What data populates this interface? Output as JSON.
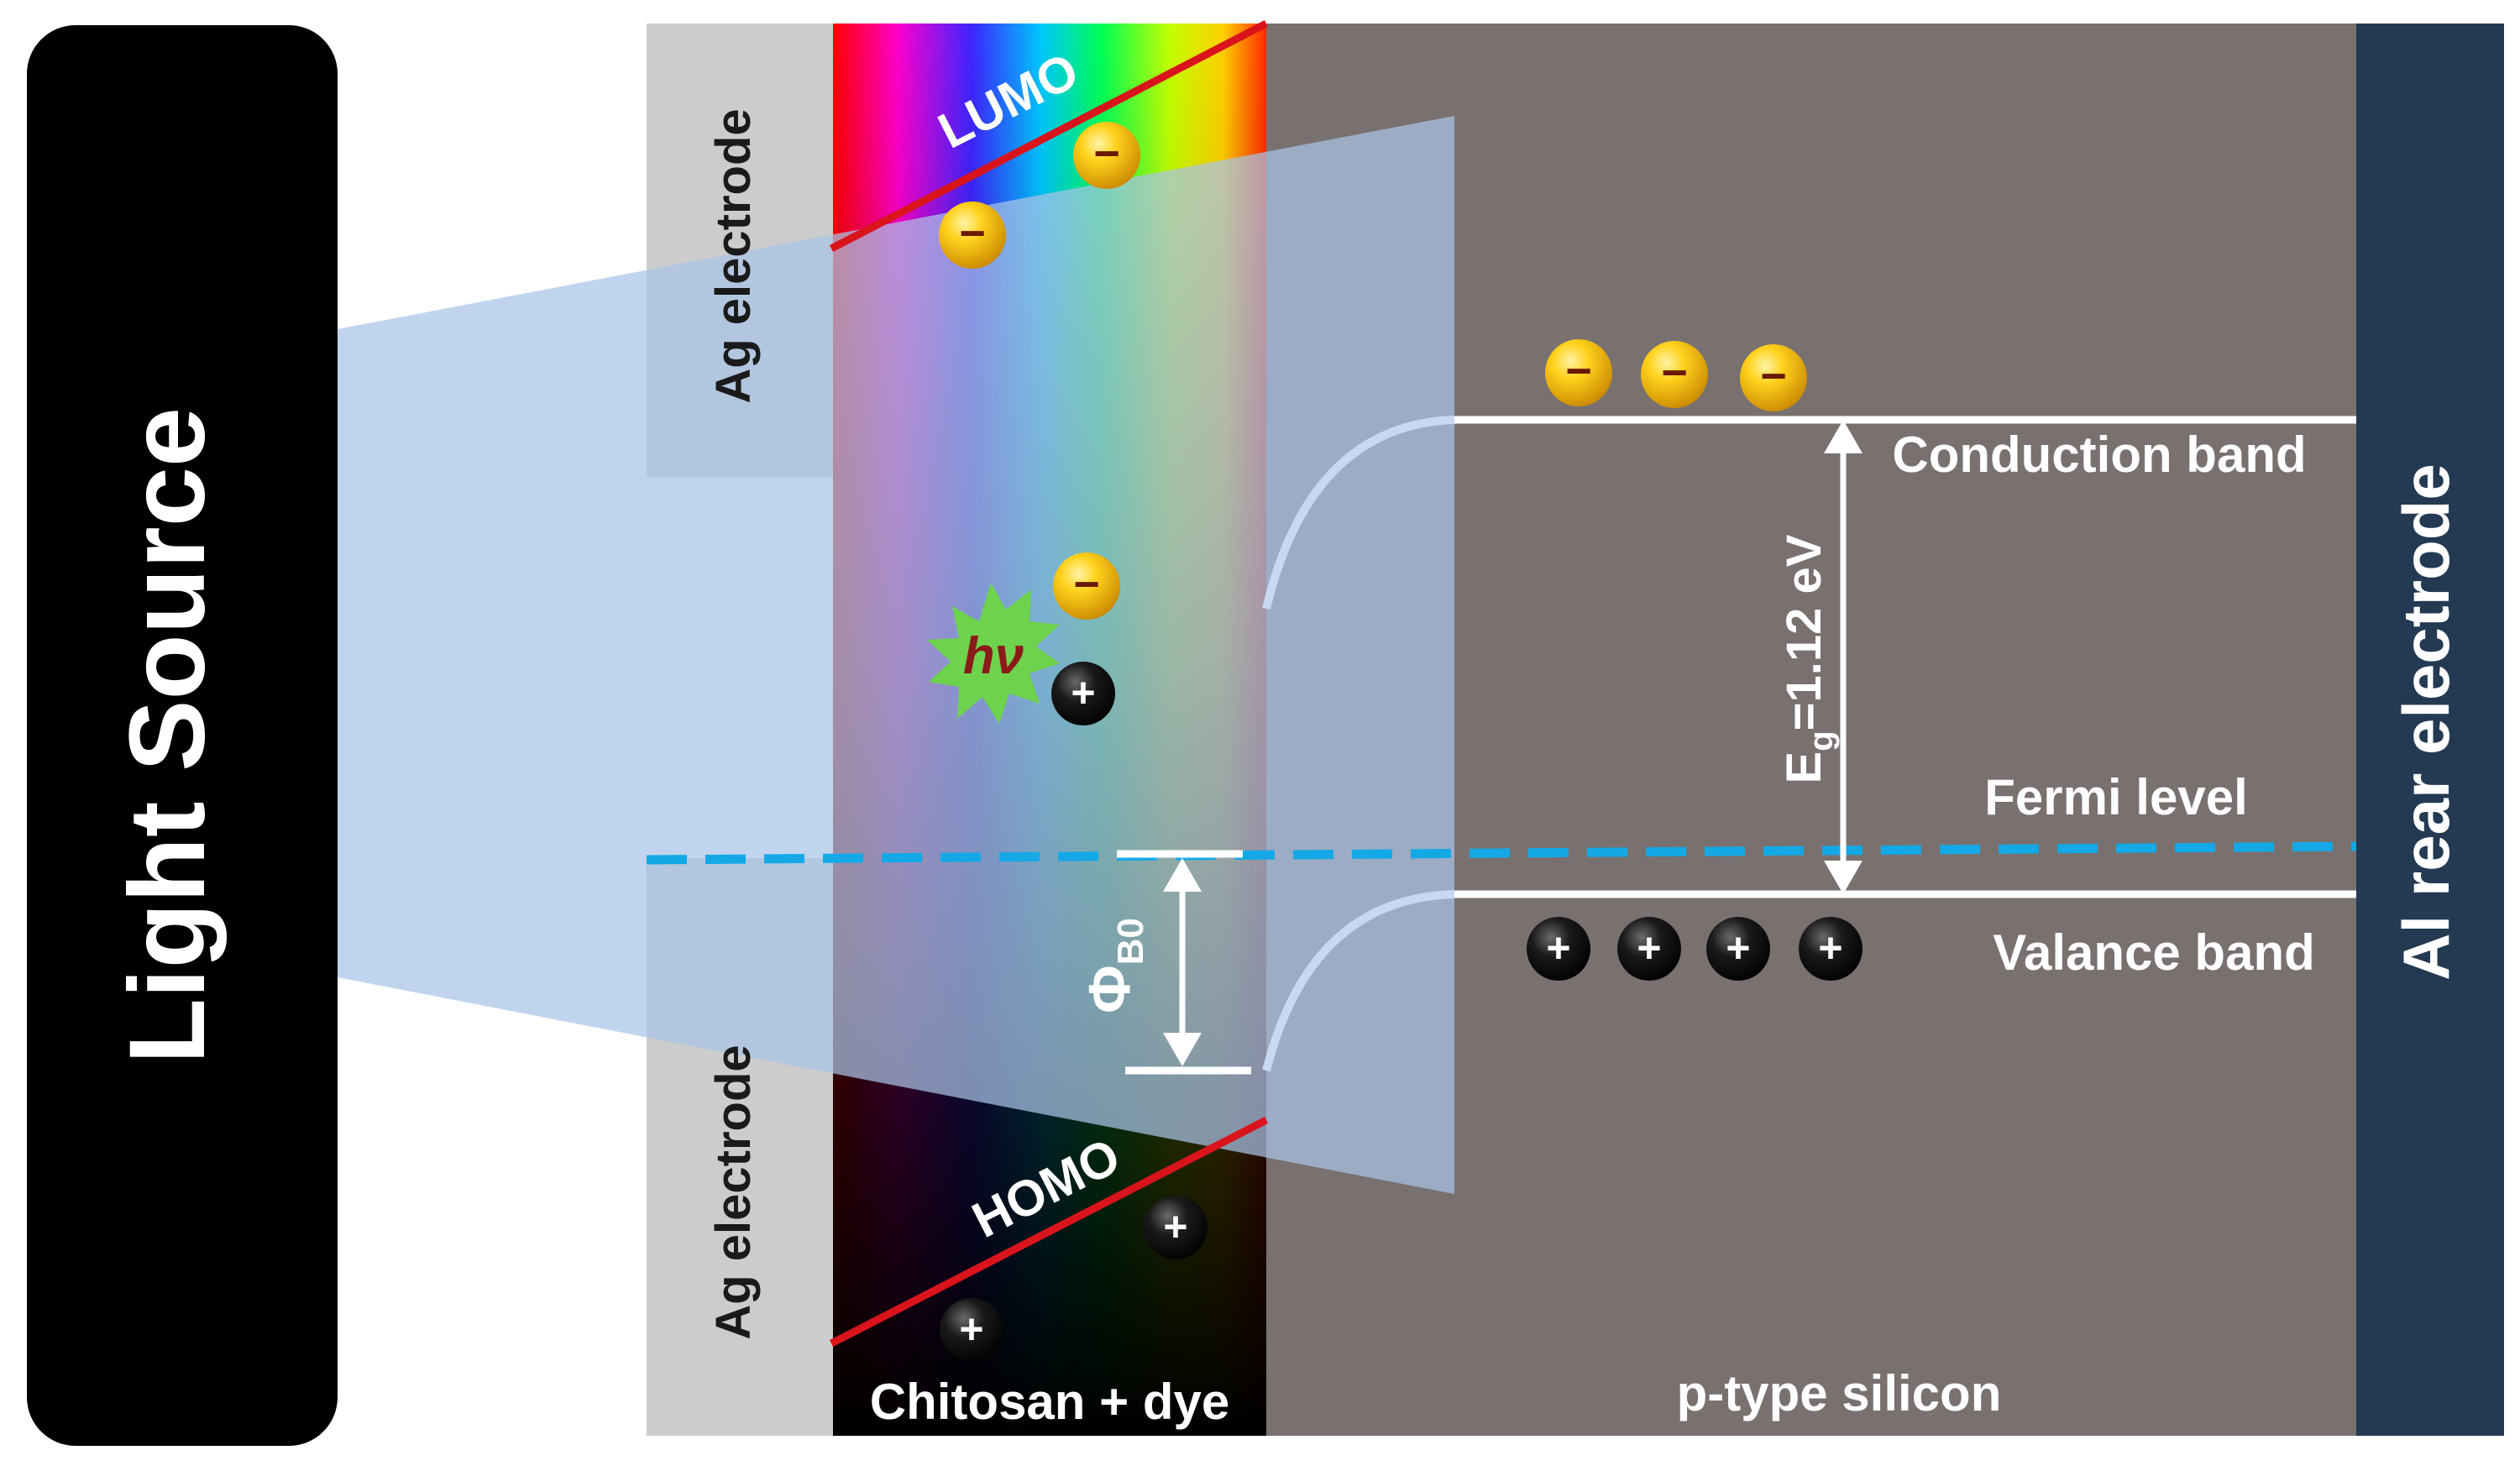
{
  "light_source": {
    "label": "Light Source"
  },
  "ag_electrode": {
    "top_label": "Ag electrode",
    "bottom_label": "Ag electrode"
  },
  "layers": {
    "dye_label": "Chitosan + dye",
    "silicon_label": "p-type silicon",
    "rear_label": "Al rear electrode"
  },
  "levels": {
    "lumo": "LUMO",
    "homo": "HOMO",
    "conduction": "Conduction band",
    "valance": "Valance band",
    "fermi": "Fermi level"
  },
  "bandgap": {
    "symbol": "E",
    "subscript": "g",
    "value": "=1.12 eV"
  },
  "barrier": {
    "symbol": "Φ",
    "subscript": "B0"
  },
  "photon": {
    "label": "hν"
  },
  "carriers": {
    "electron_sign": "−",
    "hole_sign": "+"
  },
  "colors": {
    "light_source_bg": "#000000",
    "light_beam": "#a9c3e6",
    "ag_electrode": "#cccccc",
    "silicon": "#79716f",
    "al_electrode": "#243a52",
    "homo_lumo_line": "#d9141c",
    "fermi_dash": "#14a9e6",
    "band_line": "#ffffff",
    "electron": "#f0b413",
    "hole": "#111111",
    "photon_burst": "#6dd24c",
    "photon_text": "#8b1a1a"
  }
}
